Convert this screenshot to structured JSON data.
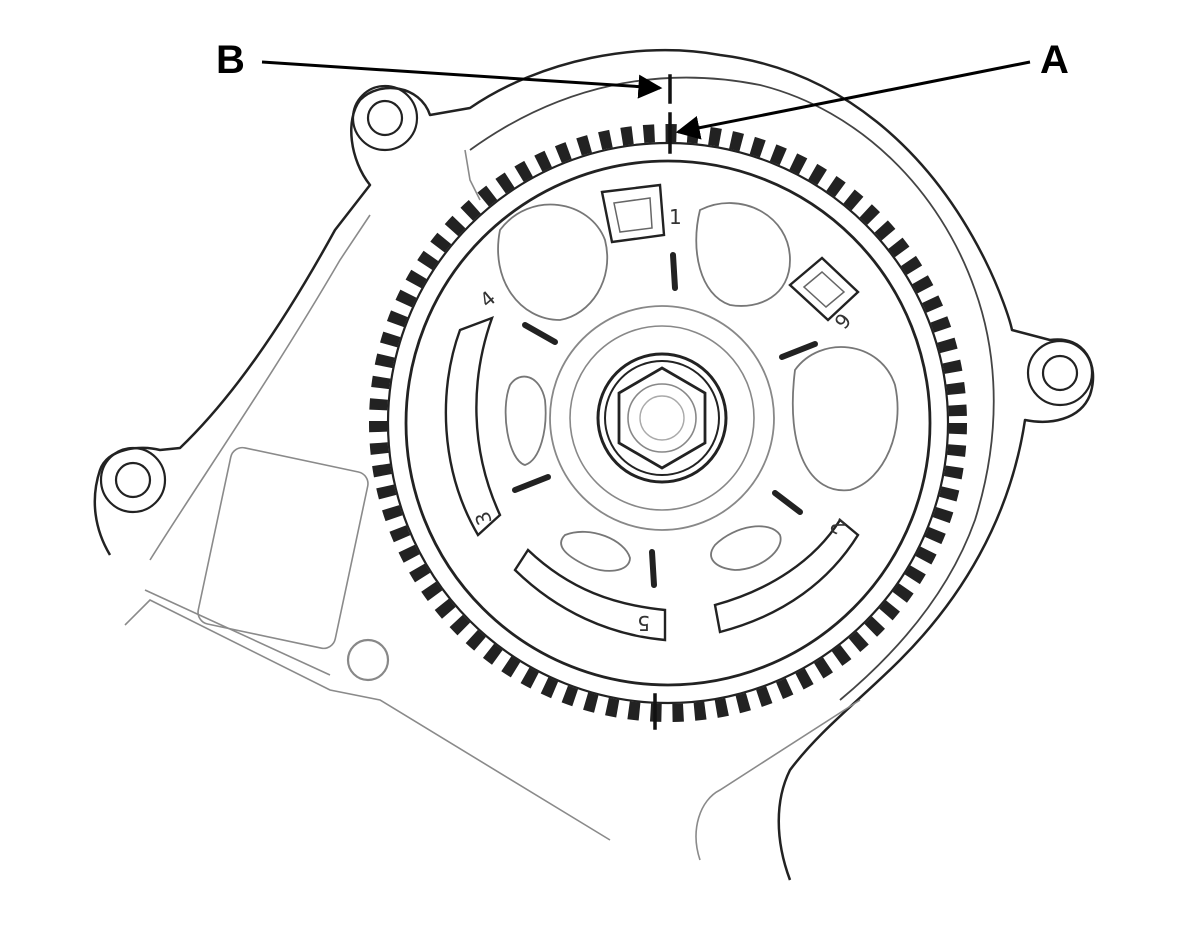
{
  "callouts": {
    "a": "A",
    "b": "B"
  },
  "sprocket_marks": {
    "m1": "1",
    "m2": "2",
    "m3": "3",
    "m4": "4",
    "m5": "5",
    "m6": "6"
  },
  "colors": {
    "line": "#222222",
    "light_line": "#8a8a8a",
    "background": "#ffffff"
  }
}
